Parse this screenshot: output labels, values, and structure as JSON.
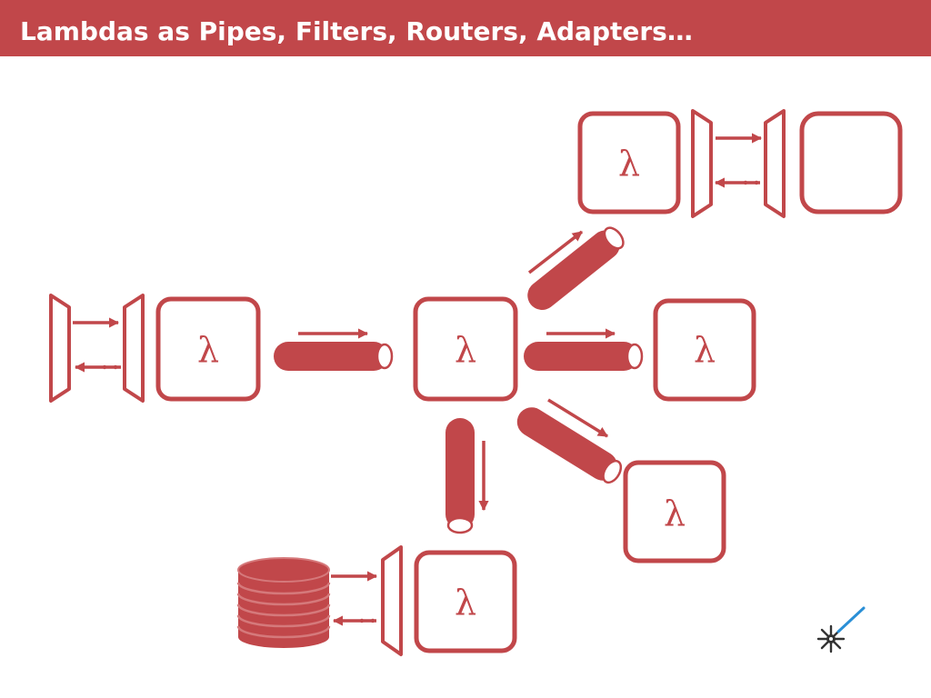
{
  "header": {
    "title": "Lambdas as Pipes, Filters, Routers, Adapters…"
  },
  "colors": {
    "accent": "#C1474A",
    "light": "#D5797B",
    "white": "#ffffff"
  },
  "diagram": {
    "lambda_symbol": "λ",
    "nodes": [
      "lambda-source",
      "lambda-router",
      "lambda-top",
      "lambda-right",
      "lambda-lower-right",
      "lambda-bottom",
      "plain-box-top-right"
    ],
    "adapters": [
      "adapter-left",
      "adapter-top-right",
      "adapter-bottom"
    ],
    "pipes": [
      "pipe-source-router",
      "pipe-router-right",
      "pipe-router-top",
      "pipe-router-lower-right",
      "pipe-router-bottom"
    ],
    "store": "database-cylinder",
    "logo": "starburst-logo"
  }
}
